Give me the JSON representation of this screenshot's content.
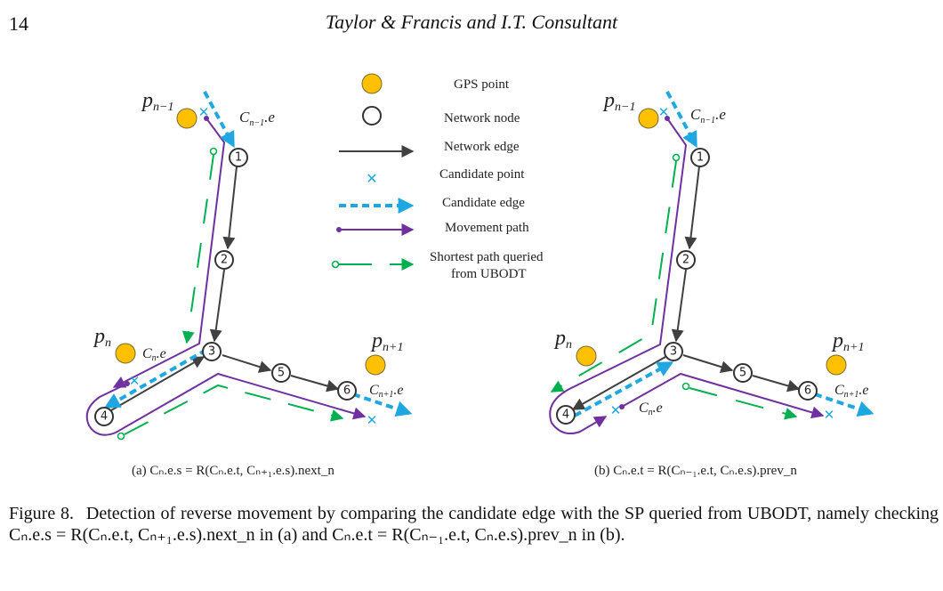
{
  "header": {
    "page_number": "14",
    "running_head": "Taylor & Francis and I.T. Consultant"
  },
  "legend": {
    "items": [
      {
        "icon": "gps-point-icon",
        "label": "GPS point",
        "color": "#FFC000"
      },
      {
        "icon": "network-node-icon",
        "label": "Network node",
        "color": "#333333"
      },
      {
        "icon": "network-edge-icon",
        "label": "Network edge",
        "color": "#404040"
      },
      {
        "icon": "candidate-point-icon",
        "label": "Candidate point",
        "color": "#1EA7E1"
      },
      {
        "icon": "candidate-edge-icon",
        "label": "Candidate edge",
        "color": "#1EA7E1"
      },
      {
        "icon": "movement-path-icon",
        "label": "Movement path",
        "color": "#7030A0"
      },
      {
        "icon": "shortest-path-icon",
        "label": "Shortest path queried",
        "label2": "from UBODT",
        "color": "#00B050"
      }
    ]
  },
  "panel_a": {
    "labels": {
      "p_prev": "p",
      "p_prev_sub": "n−1",
      "p_cur": "p",
      "p_cur_sub": "n",
      "p_next": "p",
      "p_next_sub": "n+1",
      "c_prev": "C",
      "c_prev_sub": "n−1",
      "c_prev_suffix": ".e",
      "c_cur": "C",
      "c_cur_sub": "n",
      "c_cur_suffix": ".e",
      "c_next": "C",
      "c_next_sub": "n+1",
      "c_next_suffix": ".e"
    },
    "nodes": [
      "1",
      "2",
      "3",
      "4",
      "5",
      "6"
    ],
    "caption": "(a) Cₙ.e.s = R(Cₙ.e.t, Cₙ₊₁.e.s).next_n"
  },
  "panel_b": {
    "labels": {
      "p_prev": "p",
      "p_prev_sub": "n−1",
      "p_cur": "p",
      "p_cur_sub": "n",
      "p_next": "p",
      "p_next_sub": "n+1",
      "c_prev": "C",
      "c_prev_sub": "n−1",
      "c_prev_suffix": ".e",
      "c_cur": "C",
      "c_cur_sub": "n",
      "c_cur_suffix": ".e",
      "c_next": "C",
      "c_next_sub": "n+1",
      "c_next_suffix": ".e"
    },
    "nodes": [
      "1",
      "2",
      "3",
      "4",
      "5",
      "6"
    ],
    "caption": "(b) Cₙ.e.t = R(Cₙ₋₁.e.t, Cₙ.e.s).prev_n"
  },
  "caption": {
    "label": "Figure 8.",
    "text": "Detection of reverse movement by comparing the candidate edge with the SP queried from UBODT, namely checking Cₙ.e.s = R(Cₙ.e.t, Cₙ₊₁.e.s).next_n in (a) and Cₙ.e.t = R(Cₙ₋₁.e.t, Cₙ.e.s).prev_n in (b)."
  }
}
